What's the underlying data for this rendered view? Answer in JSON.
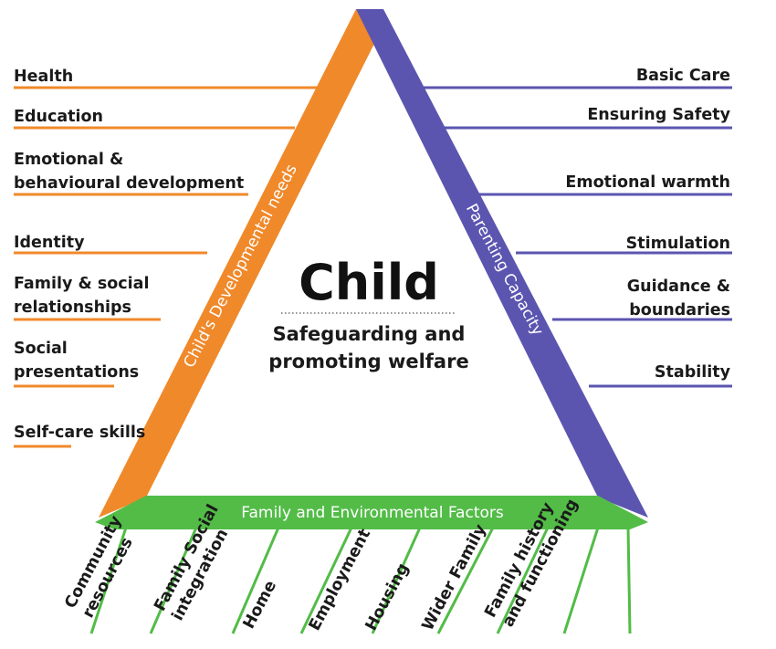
{
  "center": {
    "title": "Child",
    "subtitle_line1": "Safeguarding and",
    "subtitle_line2": "promoting welfare"
  },
  "sides": {
    "left": "Child's Developmental needs",
    "right": "Parenting Capacity",
    "bottom": "Family and Environmental Factors"
  },
  "left_items": [
    {
      "line1": "Health",
      "line2": ""
    },
    {
      "line1": "Education",
      "line2": ""
    },
    {
      "line1": "Emotional &",
      "line2": "behavioural development"
    },
    {
      "line1": "Identity",
      "line2": ""
    },
    {
      "line1": "Family & social",
      "line2": "relationships"
    },
    {
      "line1": "Social",
      "line2": "presentations"
    },
    {
      "line1": "Self-care skills",
      "line2": ""
    }
  ],
  "right_items": [
    {
      "line1": "Basic Care",
      "line2": ""
    },
    {
      "line1": "Ensuring Safety",
      "line2": ""
    },
    {
      "line1": "Emotional warmth",
      "line2": ""
    },
    {
      "line1": "Stimulation",
      "line2": ""
    },
    {
      "line1": "Guidance &",
      "line2": "boundaries"
    },
    {
      "line1": "Stability",
      "line2": ""
    }
  ],
  "bottom_items": [
    {
      "line1": "Community",
      "line2": "resources"
    },
    {
      "line1": "Family Social",
      "line2": "integration"
    },
    {
      "line1": "Home",
      "line2": ""
    },
    {
      "line1": "Employment",
      "line2": ""
    },
    {
      "line1": "Housing",
      "line2": ""
    },
    {
      "line1": "Wider Family",
      "line2": ""
    },
    {
      "line1": "Family history",
      "line2": "and functioning"
    }
  ],
  "colors": {
    "orange": "#F0892A",
    "purple": "#5B55B0",
    "green": "#52BC47",
    "text": "#1a1a1a"
  }
}
